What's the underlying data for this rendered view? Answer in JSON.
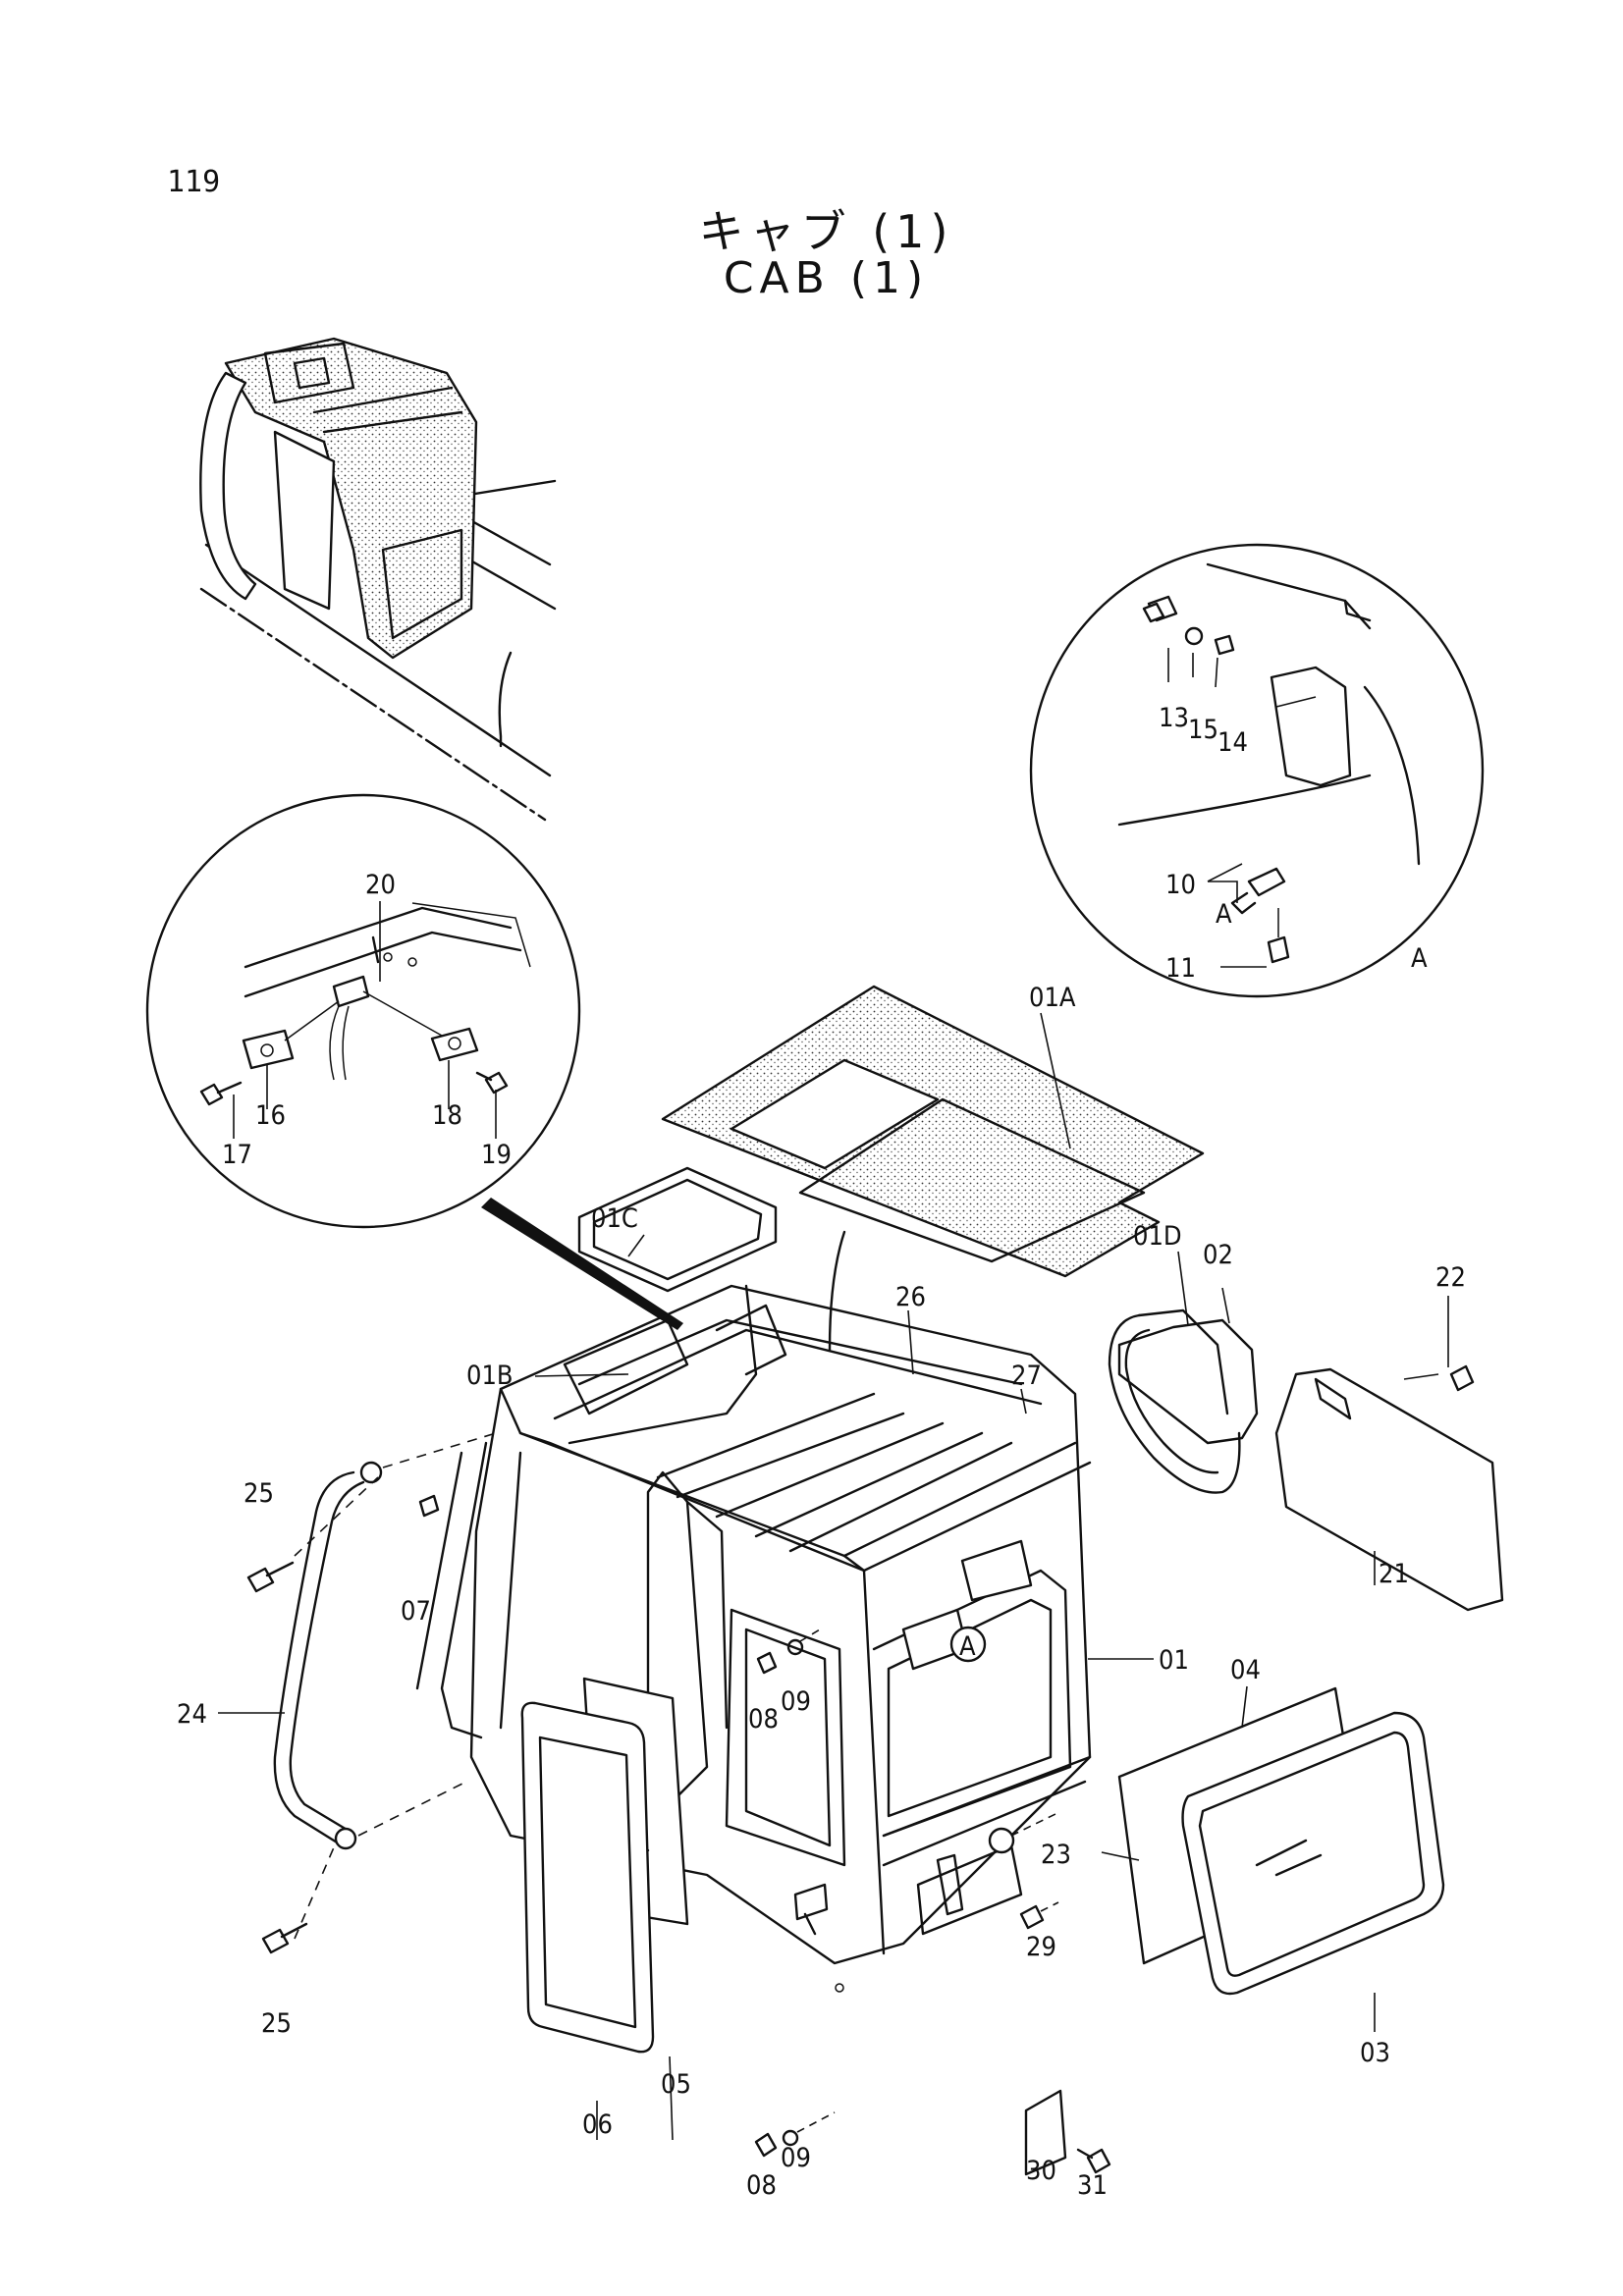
{
  "page_number": "119",
  "title_jp": "キャブ (1)",
  "title_en": "CAB (1)",
  "detail_marker": "A",
  "labels": {
    "p01": "01",
    "p01A": "01A",
    "p01B": "01B",
    "p01C": "01C",
    "p01D": "01D",
    "p02": "02",
    "p03": "03",
    "p04": "04",
    "p05": "05",
    "p06": "06",
    "p07": "07",
    "p08a": "08",
    "p08b": "08",
    "p09a": "09",
    "p09b": "09",
    "p10": "10",
    "p11": "11",
    "p13": "13",
    "p14": "14",
    "p15": "15",
    "p16": "16",
    "p17": "17",
    "p18": "18",
    "p19": "19",
    "p20": "20",
    "p21": "21",
    "p22": "22",
    "p23": "23",
    "p24": "24",
    "p25a": "25",
    "p25b": "25",
    "p26": "26",
    "p27": "27",
    "p29": "29",
    "p30": "30",
    "p31": "31",
    "detailA_sub": "A",
    "detailA_circle": "A"
  }
}
